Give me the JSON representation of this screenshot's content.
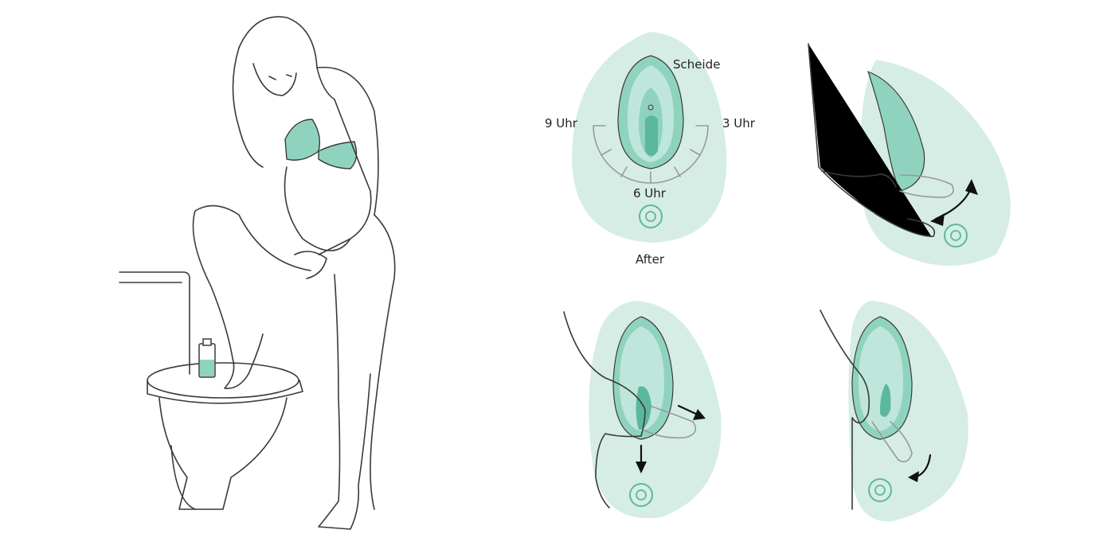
{
  "colors": {
    "blob": "#d6ede6",
    "vulva_outer": "#8fd3bf",
    "vulva_inner": "#bfe6da",
    "vulva_dark": "#5cb89c",
    "accent": "#6fc7ad",
    "line": "#3a3a3a",
    "arrow": "#111111"
  },
  "icons": [
    "woman-figure-icon",
    "toilet-icon",
    "oil-bottle-icon",
    "anus-symbol-icon",
    "finger-icon",
    "curved-arrow-icon"
  ],
  "labels": {
    "top": "Scheide",
    "left": "9 Uhr",
    "right": "3 Uhr",
    "bottom": "6 Uhr",
    "anus": "After"
  }
}
